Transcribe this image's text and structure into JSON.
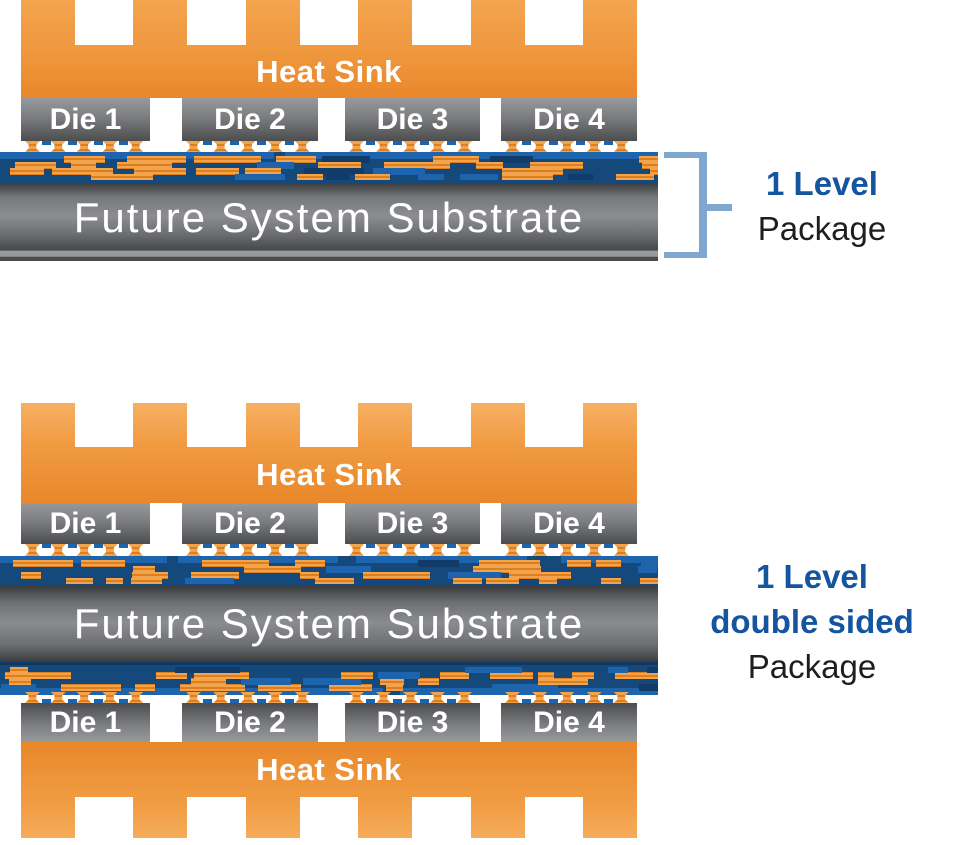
{
  "colors": {
    "heat_sink_orange_light": "#F5AC59",
    "heat_sink_orange": "#F09A40",
    "heat_sink_orange_deep": "#E9872B",
    "die_gray_light": "#97999C",
    "die_gray_dark": "#4C4D4F",
    "substrate_gray": "#8A8C8F",
    "interconnect_navy": "#15487B",
    "interconnect_blue": "#1E64AD",
    "trace_orange": "#DE7E1D",
    "label_blue": "#15549E",
    "label_black": "#1E1E1E",
    "bracket_blue": "#7FA8CE",
    "text_white": "#FFFFFF"
  },
  "single_sided_package": {
    "heat_sink_label": "Heat Sink",
    "die_labels": [
      "Die 1",
      "Die 2",
      "Die 3",
      "Die 4"
    ],
    "substrate_label": "Future System Substrate",
    "annotation": {
      "line1": "1 Level",
      "line2": "Package"
    }
  },
  "double_sided_package": {
    "heat_sink_top_label": "Heat Sink",
    "heat_sink_bottom_label": "Heat Sink",
    "top_die_labels": [
      "Die 1",
      "Die 2",
      "Die 3",
      "Die 4"
    ],
    "bottom_die_labels": [
      "Die 1",
      "Die 2",
      "Die 3",
      "Die 4"
    ],
    "substrate_label": "Future System Substrate",
    "annotation": {
      "line1": "1 Level",
      "line2": "double sided",
      "line3": "Package"
    }
  }
}
